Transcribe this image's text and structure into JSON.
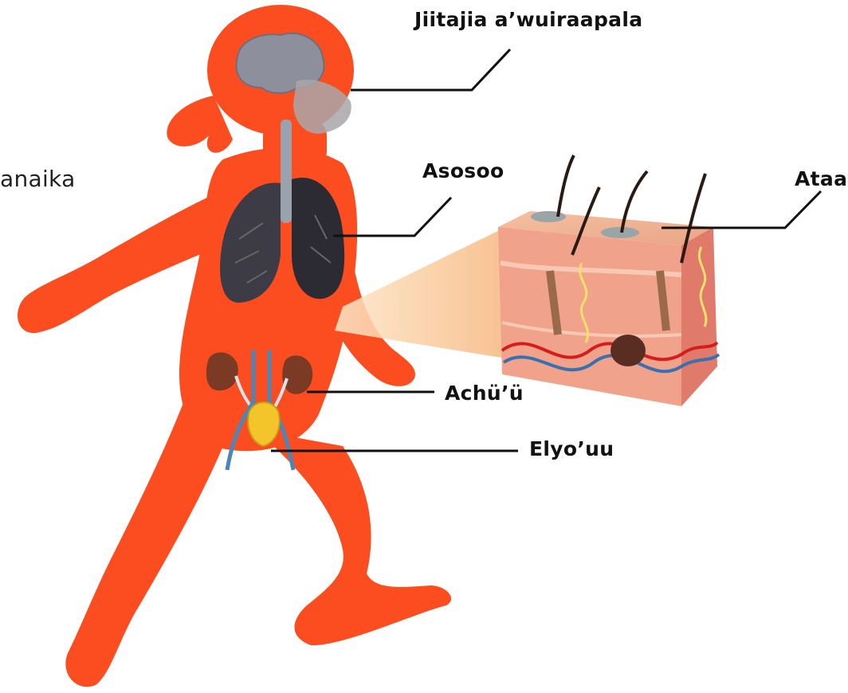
{
  "labels": {
    "throat": "Jiitajia a’wuiraapala",
    "lungs": "Asosoo",
    "skin": "Ataa",
    "kidneys": "Achü’ü",
    "bladder": "Elyo’uu",
    "left_partial": "anaika"
  },
  "colors": {
    "body": "#fb4d1f",
    "body_shade": "#ef3c12",
    "lungs": "#2f2f37",
    "brain": "#8d8f9c",
    "kidney": "#7a3a24",
    "bladder": "#f4c52a",
    "skin_block": "#f0a38a",
    "skin_side": "#e07a6a",
    "blood_red": "#d61d1d",
    "blood_blue": "#3c6fb0",
    "leader_line": "#111111"
  }
}
